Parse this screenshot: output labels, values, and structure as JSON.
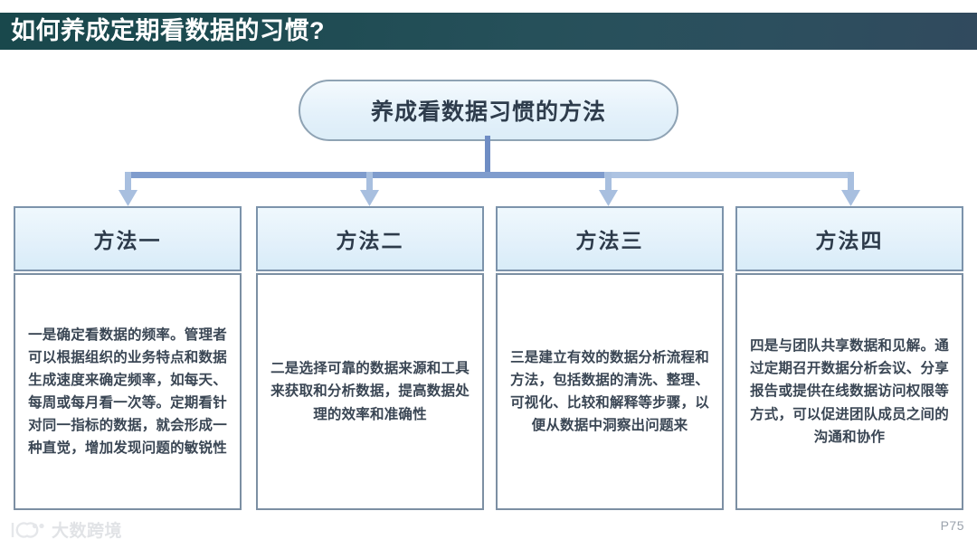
{
  "slide": {
    "title": "如何养成定期看数据的习惯?",
    "page_label": "P75",
    "watermark": "大数跨境",
    "colors": {
      "banner_left": "#19484c",
      "banner_right": "#314a5e",
      "card_border": "#7c8fa3",
      "header_border": "#7c93ab",
      "connector_dark": "#6f8dc4",
      "connector_light": "#a8c0e0",
      "header_fill": "#e2f0fa",
      "pill_border": "#8fa3b4"
    }
  },
  "root": {
    "label": "养成看数据习惯的方法"
  },
  "cards": [
    {
      "header": "方法一",
      "body": "一是确定看数据的频率。管理者可以根据组织的业务特点和数据生成速度来确定频率，如每天、每周或每月看一次等。定期看针对同一指标的数据，就会形成一种直觉，增加发现问题的敏锐性"
    },
    {
      "header": "方法二",
      "body": "二是选择可靠的数据来源和工具来获取和分析数据，提高数据处理的效率和准确性"
    },
    {
      "header": "方法三",
      "body": "三是建立有效的数据分析流程和方法，包括数据的清洗、整理、可视化、比较和解释等步骤，以便从数据中洞察出问题来"
    },
    {
      "header": "方法四",
      "body": "四是与团队共享数据和见解。通过定期召开数据分析会议、分享报告或提供在线数据访问权限等方式，可以促进团队成员之间的沟通和协作"
    }
  ]
}
